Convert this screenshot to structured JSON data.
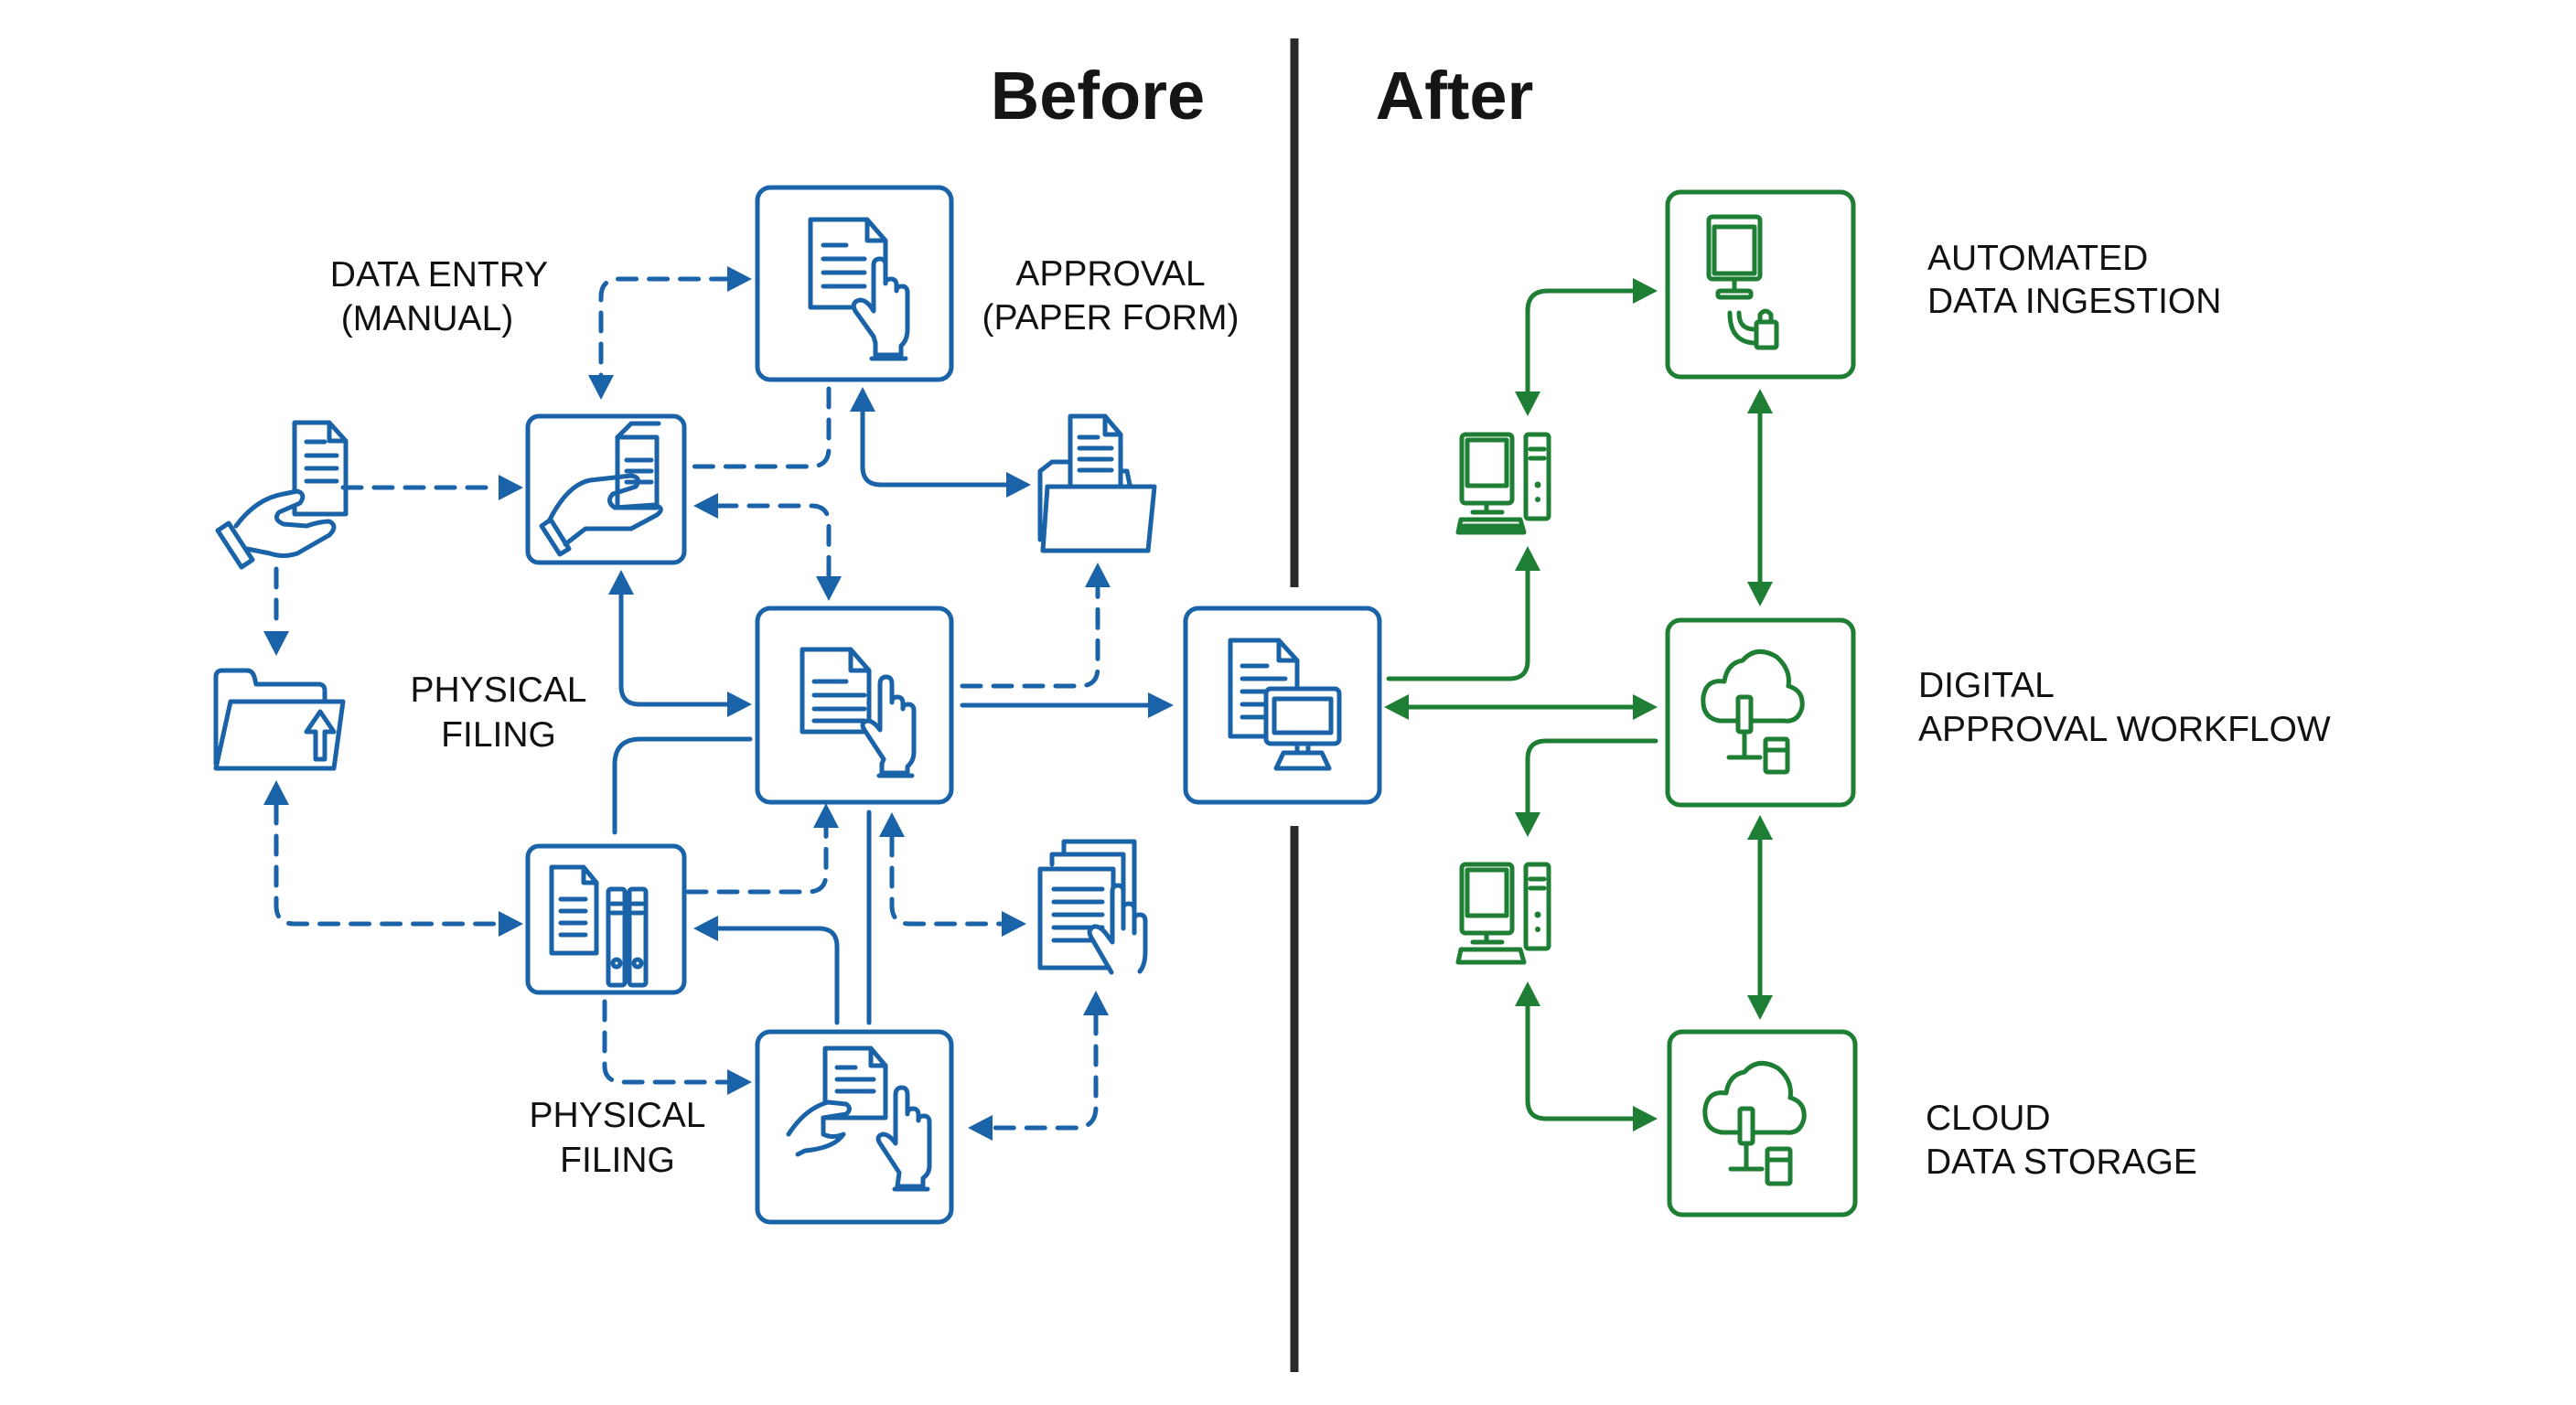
{
  "headings": {
    "before": "Before",
    "after": "After"
  },
  "colors": {
    "before_accent": "#1a63a8",
    "after_accent": "#1e7e34",
    "divider": "#2a2a2a",
    "text": "#111111"
  },
  "before": {
    "labels": {
      "data_entry": [
        "DATA ENTRY",
        "(MANUAL)"
      ],
      "approval": [
        "APPROVAL",
        "(PAPER FORM)"
      ],
      "physical_filing_1": [
        "PHYSICAL",
        "FILING"
      ],
      "physical_filing_2": [
        "PHYSICAL",
        "FILING"
      ]
    },
    "nodes": [
      {
        "id": "approval-paper-form",
        "icon": "document-hand-icon"
      },
      {
        "id": "data-entry-manual",
        "icon": "hand-document-icon"
      },
      {
        "id": "hand-offering-document",
        "icon": "hand-document-icon"
      },
      {
        "id": "folder-with-document",
        "icon": "folder-document-icon"
      },
      {
        "id": "folder-upload",
        "icon": "folder-upload-icon"
      },
      {
        "id": "review-document",
        "icon": "document-hand-icon"
      },
      {
        "id": "physical-filing-binders",
        "icon": "document-binders-icon"
      },
      {
        "id": "stacked-documents",
        "icon": "document-stack-hand-icon"
      },
      {
        "id": "handling-paper",
        "icon": "hands-document-icon"
      }
    ]
  },
  "transition": {
    "hub": {
      "id": "document-to-computer",
      "icon": "document-computer-icon"
    }
  },
  "after": {
    "labels": {
      "ingestion": [
        "AUTOMATED",
        "DATA INGESTION"
      ],
      "workflow": [
        "DIGITAL",
        "APPROVAL WORKFLOW"
      ],
      "storage": [
        "CLOUD",
        "DATA STORAGE"
      ]
    },
    "nodes": [
      {
        "id": "automated-data-ingestion",
        "icon": "monitor-database-icon"
      },
      {
        "id": "digital-approval-workflow",
        "icon": "cloud-network-icon"
      },
      {
        "id": "cloud-data-storage",
        "icon": "cloud-network-icon"
      },
      {
        "id": "workstation-top",
        "icon": "desktop-computer-icon"
      },
      {
        "id": "workstation-bottom",
        "icon": "desktop-computer-icon"
      }
    ]
  }
}
